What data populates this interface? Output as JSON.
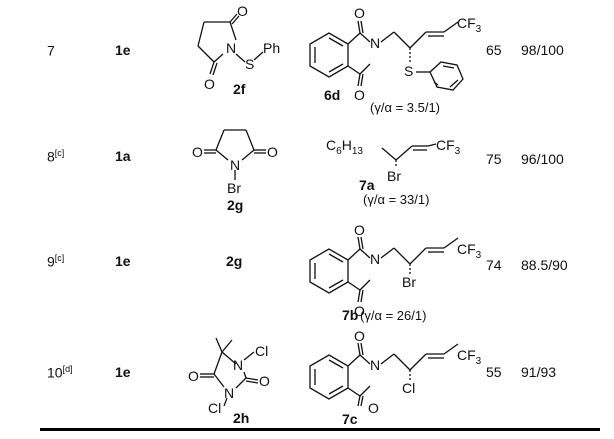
{
  "rows": [
    {
      "entry": "7",
      "entry_sup": "",
      "substrate": "1e",
      "reagent_label": "2f",
      "reagent_atoms": {
        "n": "N",
        "s": "S",
        "ph": "Ph",
        "o1": "O",
        "o2": "O"
      },
      "product_label": "6d",
      "product_atoms": {
        "o1": "O",
        "o2": "O",
        "n": "N",
        "s": "S",
        "cf3_c": "CF",
        "cf3_sub": "3"
      },
      "selectivity": "(γ/α = 3.5/1)",
      "yield": "65",
      "ratio": "98/100"
    },
    {
      "entry": "8",
      "entry_sup": "[c]",
      "substrate": "1a",
      "reagent_label": "2g",
      "reagent_atoms": {
        "n": "N",
        "br": "Br",
        "o1": "O",
        "o2": "O"
      },
      "product_label": "7a",
      "product_atoms": {
        "c6": "C",
        "c6_sub": "6",
        "h13": "H",
        "h13_sub": "13",
        "br": "Br",
        "cf3_c": "CF",
        "cf3_sub": "3"
      },
      "selectivity": "(γ/α = 33/1)",
      "yield": "75",
      "ratio": "96/100"
    },
    {
      "entry": "9",
      "entry_sup": "[c]",
      "substrate": "1e",
      "reagent_label": "2g",
      "product_label": "7b",
      "product_atoms": {
        "o1": "O",
        "o2": "O",
        "n": "N",
        "br": "Br",
        "cf3_c": "CF",
        "cf3_sub": "3"
      },
      "selectivity": "(γ/α = 26/1)",
      "yield": "74",
      "ratio": "88.5/90"
    },
    {
      "entry": "10",
      "entry_sup": "[d]",
      "substrate": "1e",
      "reagent_label": "2h",
      "reagent_atoms": {
        "n1": "N",
        "n2": "N",
        "cl1": "Cl",
        "cl2": "Cl",
        "o1": "O",
        "o2": "O"
      },
      "product_label": "7c",
      "product_atoms": {
        "o1": "O",
        "o2": "O",
        "n": "N",
        "cl": "Cl",
        "cf3_c": "CF",
        "cf3_sub": "3"
      },
      "yield": "55",
      "ratio": "91/93"
    }
  ]
}
